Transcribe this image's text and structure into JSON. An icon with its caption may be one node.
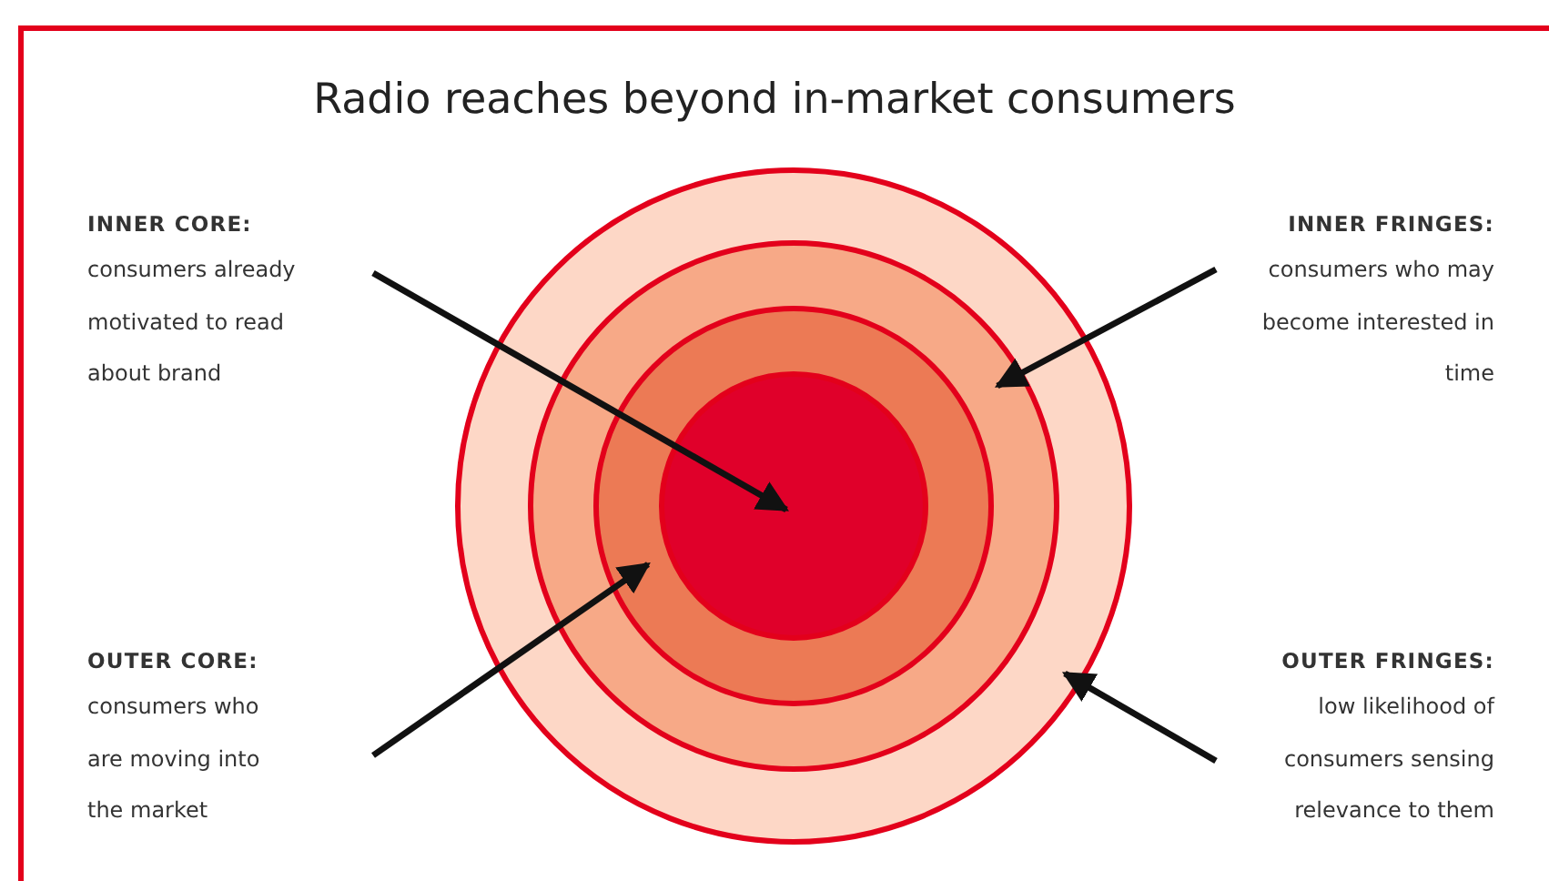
{
  "diagram": {
    "title": "Radio reaches beyond in-market consumers",
    "nodes": [
      {
        "text": [
          "INNER CORE:",
          "consumers already motivated to read about brand"
        ]
      },
      {
        "text": [
          "INNER FRINGES:",
          "consumers who may become interested in time"
        ]
      },
      {
        "text": [],
        "shape": "circle"
      },
      {
        "text": [],
        "shape": "circle",
        "in": 2
      },
      {
        "text": [],
        "shape": "circle",
        "in": 3
      },
      {
        "text": [],
        "shape": "circle",
        "in": 4
      },
      {
        "text": [
          "OUTER CORE:",
          "consumers who are moving into the market"
        ]
      },
      {
        "text": [
          "OUTER FRINGES:",
          "low likelihood of consumers sensing relevance to them"
        ]
      }
    ],
    "edges": [
      {
        "from": 0,
        "to": 5,
        "arrow": "to"
      },
      {
        "from": 1,
        "to": 3,
        "arrow": "to"
      },
      {
        "from": 6,
        "to": 4,
        "arrow": "to"
      },
      {
        "from": 7,
        "to": 2,
        "arrow": "to"
      }
    ]
  }
}
